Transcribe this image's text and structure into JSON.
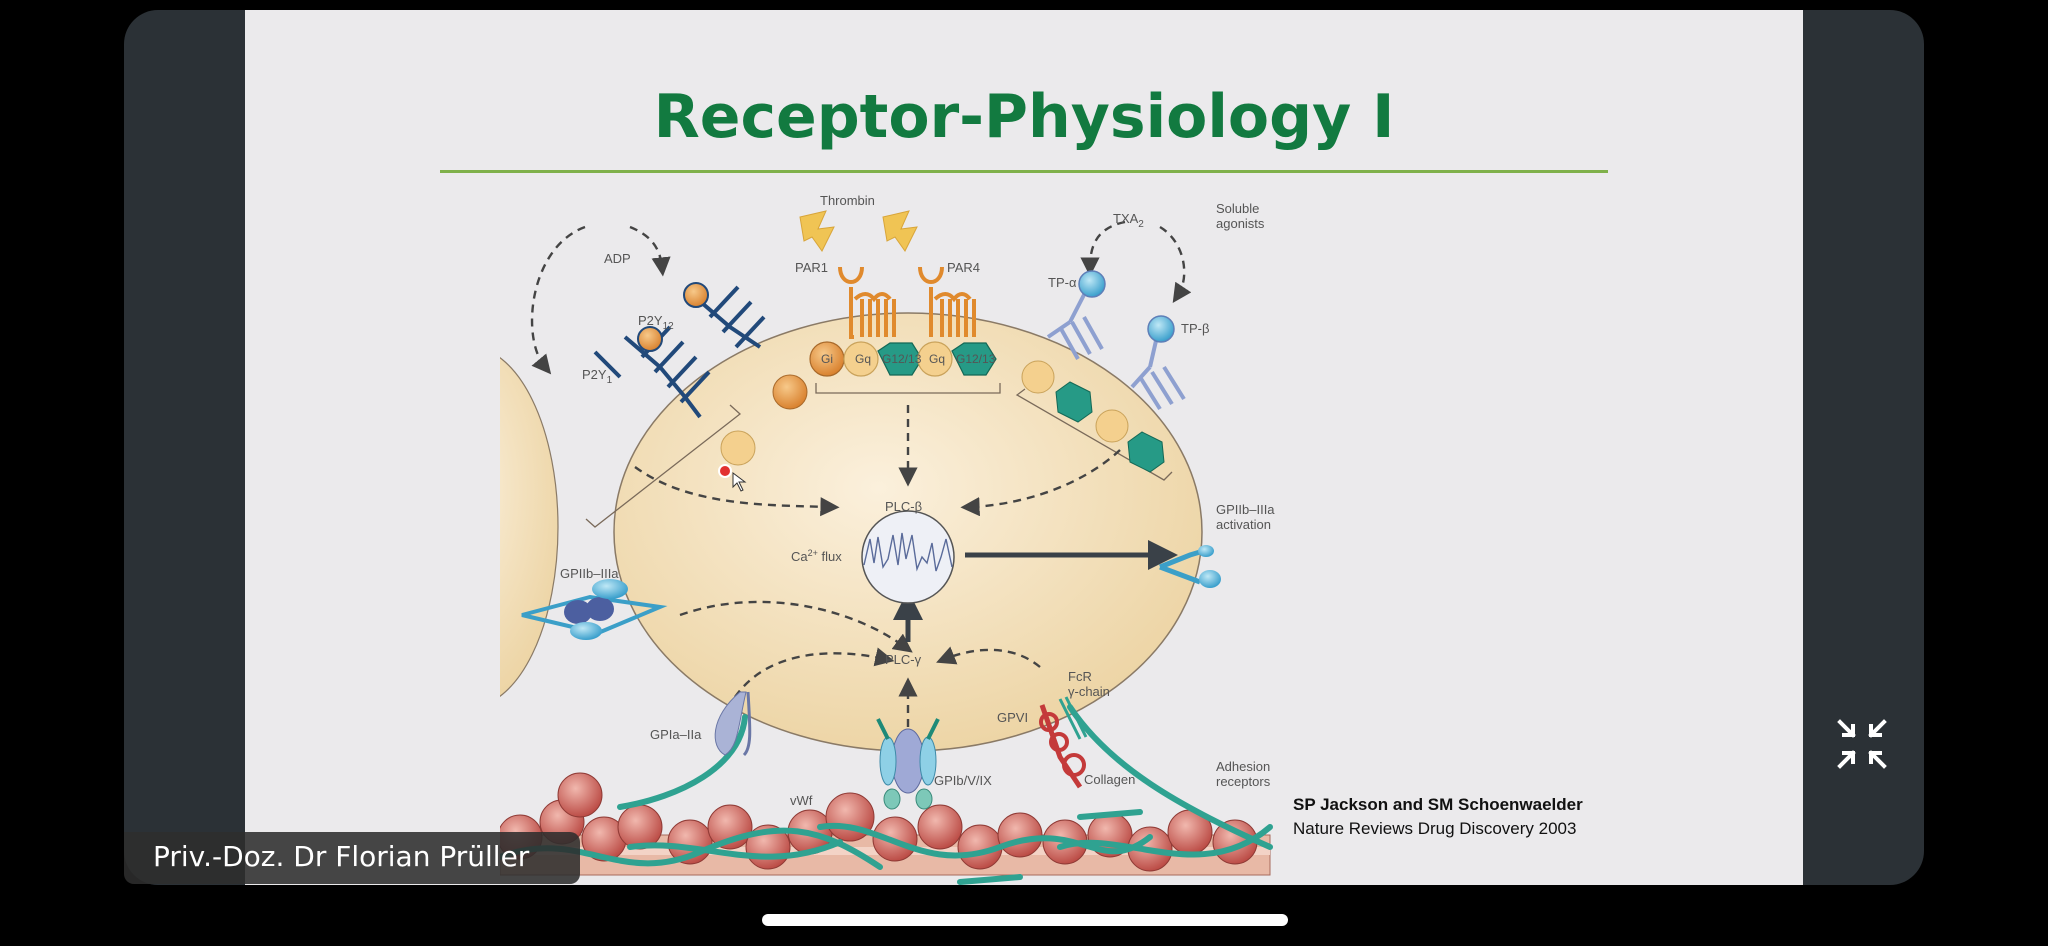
{
  "slide": {
    "title": "Receptor-Physiology I",
    "colors": {
      "title": "#127a40",
      "rule": "#7fb04a",
      "background": "#ebeaec"
    },
    "citation": {
      "authors": "SP Jackson and SM Schoenwaelder",
      "journal": "Nature Reviews Drug Discovery 2003"
    },
    "diagram": {
      "labels": {
        "thrombin": "Thrombin",
        "par1": "PAR1",
        "par4": "PAR4",
        "adp": "ADP",
        "p2y12": "P2Y",
        "p2y12_sub": "12",
        "p2y1": "P2Y",
        "p2y1_sub": "1",
        "txa2": "TXA",
        "txa2_sub": "2",
        "tp_alpha": "TP-α",
        "tp_beta": "TP-β",
        "soluble_1": "Soluble",
        "soluble_2": "agonists",
        "plc_beta": "PLC-β",
        "plc_gamma": "PLC-γ",
        "ca_flux": "Ca",
        "ca_sup": "2+",
        "ca_flux_suffix": " flux",
        "gp2b3a": "GPIIb–IIIa",
        "gp2b3a_act_1": "GPIIb–IIIa",
        "gp2b3a_act_2": "activation",
        "gp1a2a": "GPIa–IIa",
        "gp1b": "GPIb/V/IX",
        "gpvi": "GPVI",
        "fcr_1": "FcR",
        "fcr_2": "γ-chain",
        "vwf": "vWf",
        "collagen": "Collagen",
        "adhesion_1": "Adhesion",
        "adhesion_2": "receptors",
        "gi": "Gi",
        "gq": "Gq",
        "g1213": "G12/13"
      }
    }
  },
  "overlay": {
    "speaker_name": "Priv.-Doz. Dr Florian Prüller",
    "exit_fullscreen_icon": "exit-fullscreen-icon"
  }
}
